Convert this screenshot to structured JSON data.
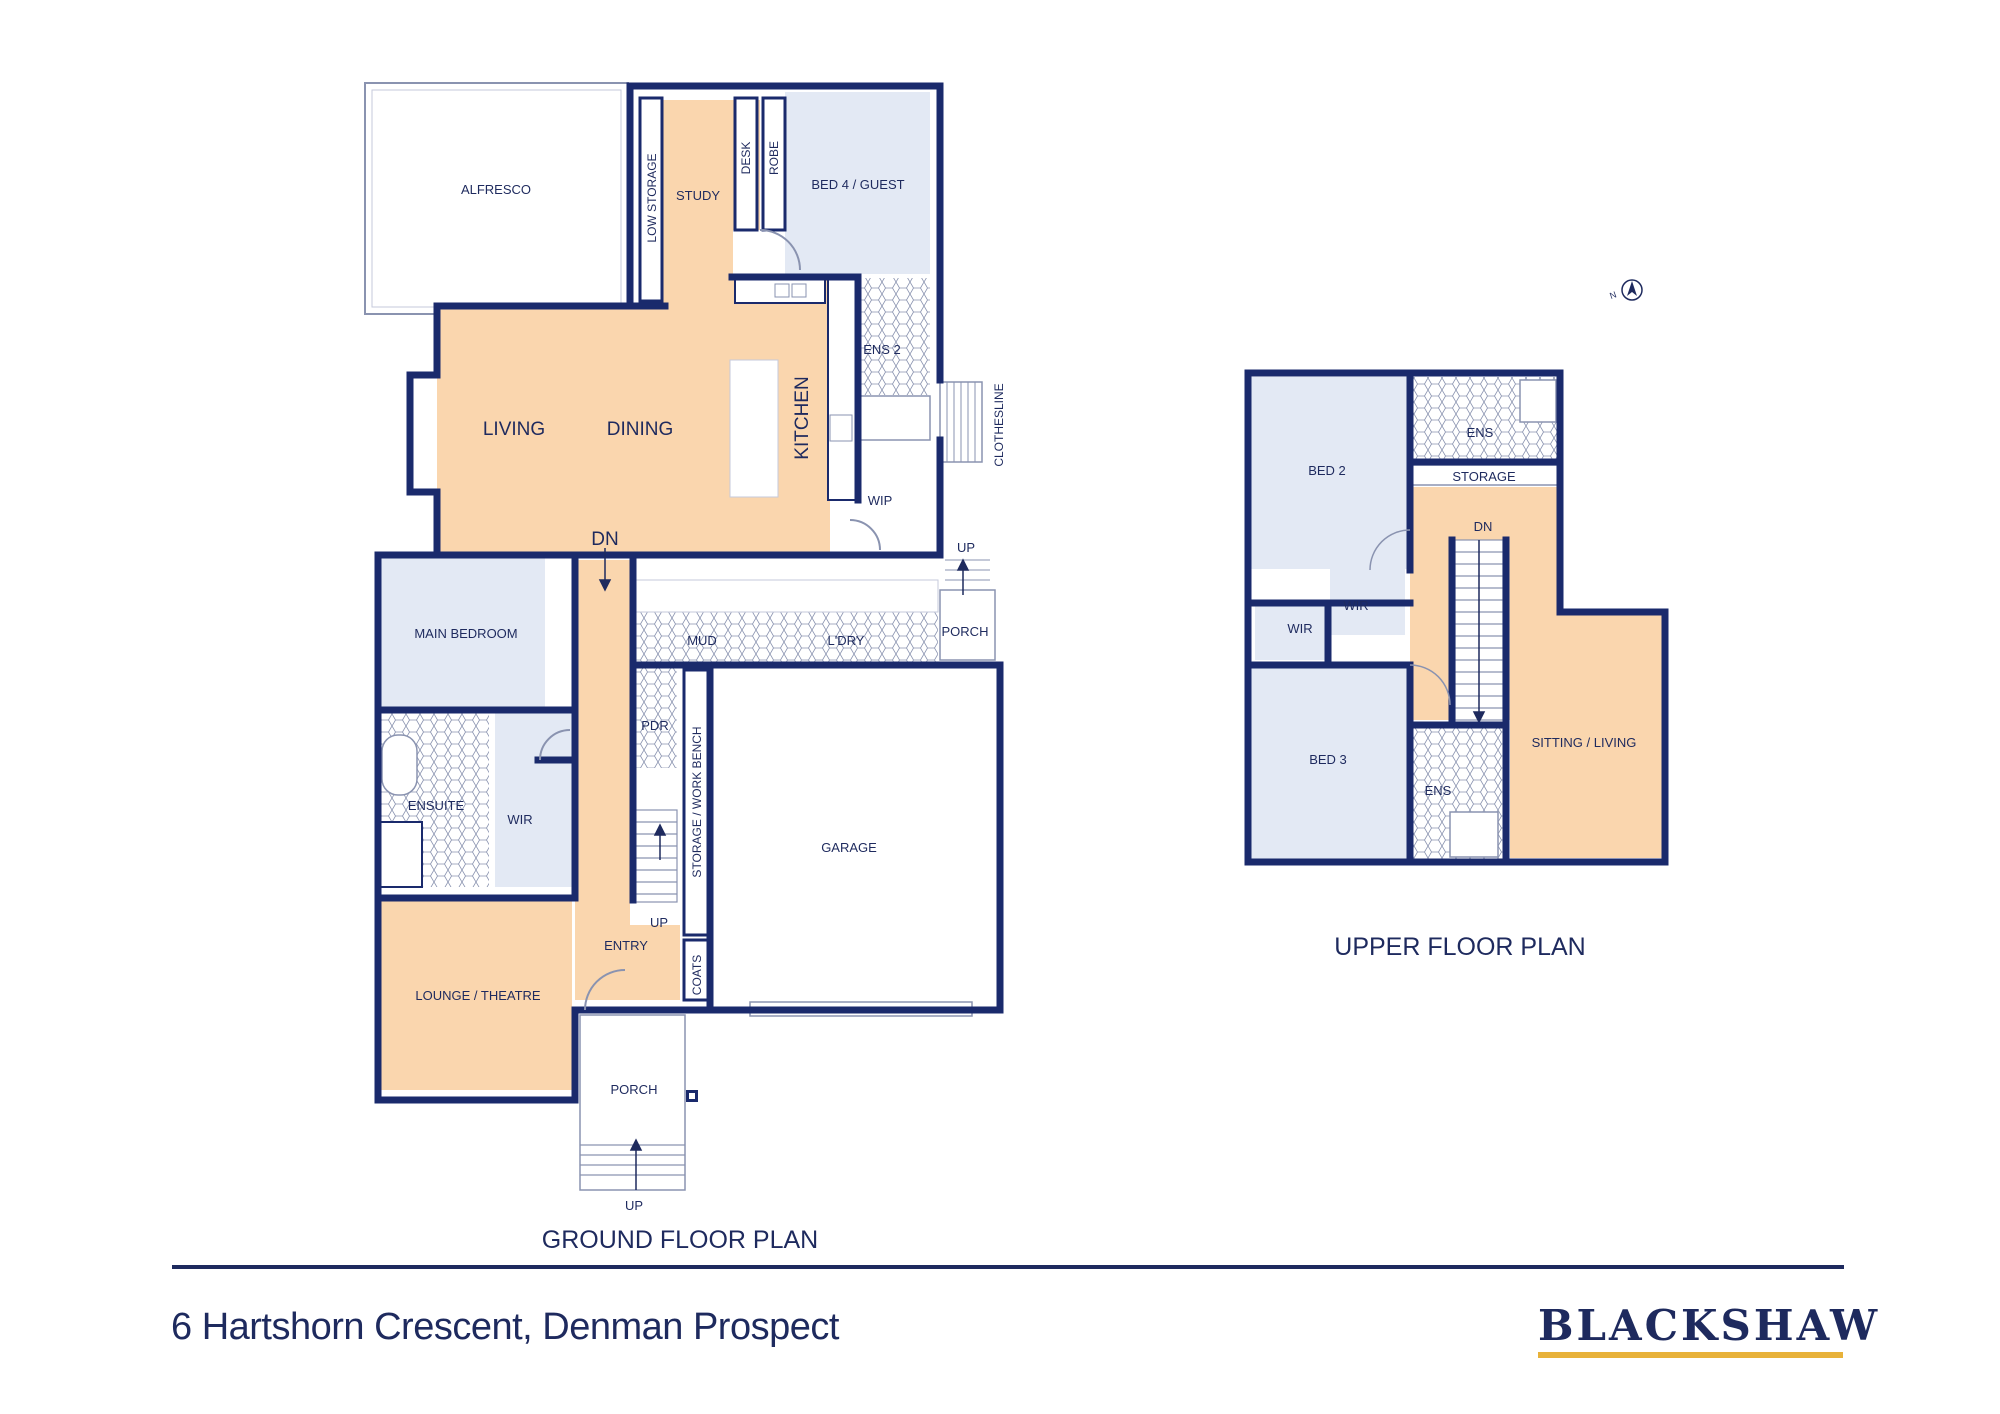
{
  "colors": {
    "wall": "#1a2a6c",
    "living": "#fad6ae",
    "sleeping": "#e3e9f4",
    "wet": "#ffffff",
    "ink": "#1e2a5e",
    "accent": "#e8b23a"
  },
  "ground_floor": {
    "title": "GROUND FLOOR PLAN",
    "rooms": {
      "alfresco": "ALFRESCO",
      "low_storage": "LOW STORAGE",
      "study": "STUDY",
      "desk": "DESK",
      "robe": "ROBE",
      "bed4": "BED 4 / GUEST",
      "ens2": "ENS 2",
      "living": "LIVING",
      "dining": "DINING",
      "kitchen": "KITCHEN",
      "wip": "WIP",
      "clothesline": "CLOTHESLINE",
      "dn": "DN",
      "up_porch": "UP",
      "main_bedroom": "MAIN BEDROOM",
      "mud": "MUD",
      "laundry": "L'DRY",
      "porch_side": "PORCH",
      "pdr": "PDR",
      "ensuite": "ENSUITE",
      "wir": "WIR",
      "storage_bench": "STORAGE / WORK BENCH",
      "garage": "GARAGE",
      "up_stair": "UP",
      "entry": "ENTRY",
      "coats": "COATS",
      "lounge": "LOUNGE / THEATRE",
      "porch_front": "PORCH",
      "up_front": "UP"
    }
  },
  "upper_floor": {
    "title": "UPPER FLOOR PLAN",
    "rooms": {
      "bed2": "BED 2",
      "ens_top": "ENS",
      "storage": "STORAGE",
      "dn": "DN",
      "wir1": "WIR",
      "wir2": "WIR",
      "bed3": "BED 3",
      "ens_bottom": "ENS",
      "sitting": "SITTING / LIVING"
    }
  },
  "north": "N",
  "footer": {
    "address": "6 Hartshorn Crescent, Denman Prospect",
    "brand": "BLACKSHAW"
  }
}
